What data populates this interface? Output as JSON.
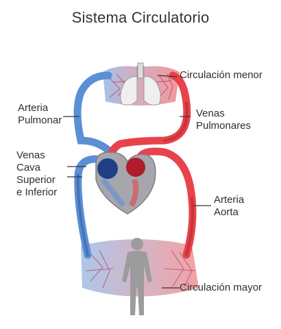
{
  "title": "Sistema Circulatorio",
  "labels": {
    "circulacion_menor": "Circulación menor",
    "arteria_pulmonar": [
      "Arteria",
      "Pulmonar"
    ],
    "venas_pulmonares": [
      "Venas",
      "Pulmonares"
    ],
    "venas_cava": [
      "Venas",
      "Cava",
      "Superior",
      "e Inferior"
    ],
    "arteria_aorta": [
      "Arteria",
      "Aorta"
    ],
    "circulacion_mayor": "Circulación mayor"
  },
  "colors": {
    "oxygenated": "#e8434b",
    "deoxygenated": "#5b8fd6",
    "heart": "#9a9aa0",
    "organ": "#d8d8d8",
    "text": "#2e2e2e"
  }
}
